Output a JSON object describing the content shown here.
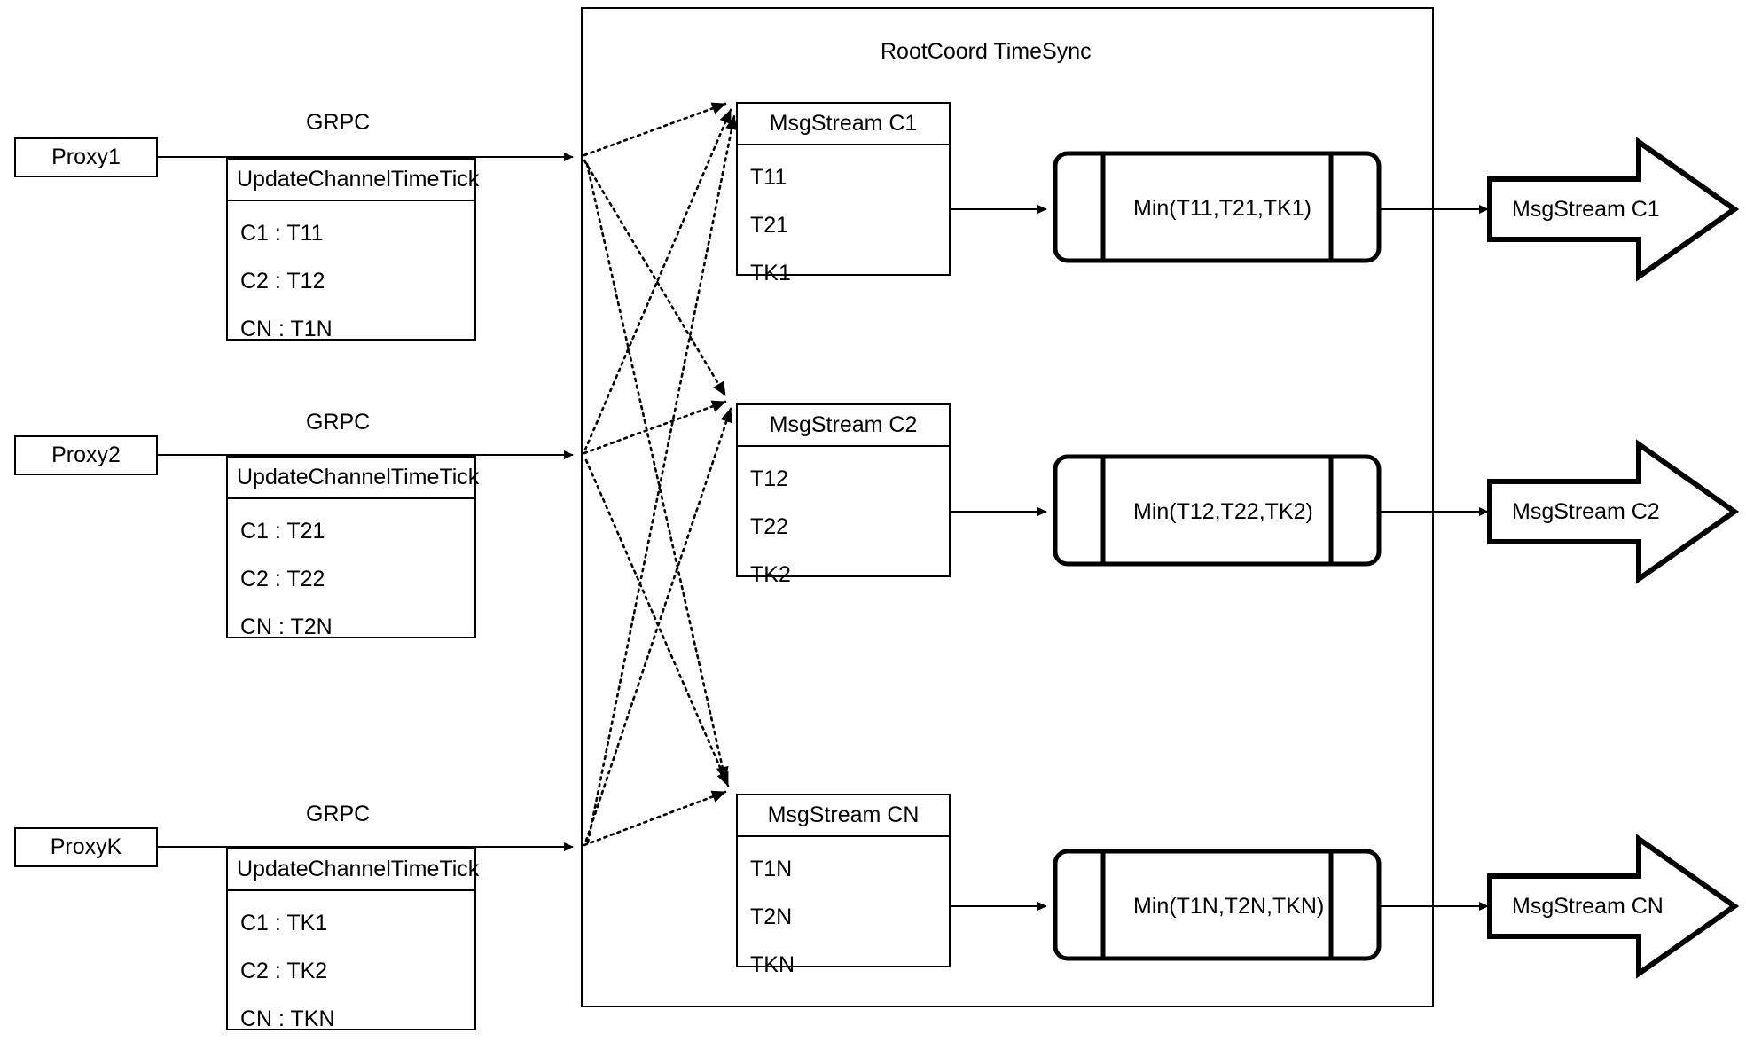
{
  "diagram": {
    "container_title": "RootCoord TimeSync",
    "link_label": "GRPC",
    "proxies": [
      {
        "name": "Proxy1",
        "rpc_title": "UpdateChannelTimeTick",
        "rows": [
          "C1 :  T11",
          "C2 :  T12",
          "CN : T1N"
        ]
      },
      {
        "name": "Proxy2",
        "rpc_title": "UpdateChannelTimeTick",
        "rows": [
          "C1 :  T21",
          "C2 :  T22",
          "CN : T2N"
        ]
      },
      {
        "name": "ProxyK",
        "rpc_title": "UpdateChannelTimeTick",
        "rows": [
          "C1 :  TK1",
          "C2 :  TK2",
          "CN : TKN"
        ]
      }
    ],
    "channels": [
      {
        "stream_title": "MsgStream C1",
        "ticks": [
          "T11",
          "T21",
          "TK1"
        ],
        "min_expression": "Min(T11,T21,TK1)",
        "output_label": "MsgStream C1"
      },
      {
        "stream_title": "MsgStream C2",
        "ticks": [
          "T12",
          "T22",
          "TK2"
        ],
        "min_expression": "Min(T12,T22,TK2)",
        "output_label": "MsgStream C2"
      },
      {
        "stream_title": "MsgStream CN",
        "ticks": [
          "T1N",
          "T2N",
          "TKN"
        ],
        "min_expression": "Min(T1N,T2N,TKN)",
        "output_label": "MsgStream CN"
      }
    ],
    "colors": {
      "stroke": "#000000",
      "background": "#ffffff"
    }
  }
}
